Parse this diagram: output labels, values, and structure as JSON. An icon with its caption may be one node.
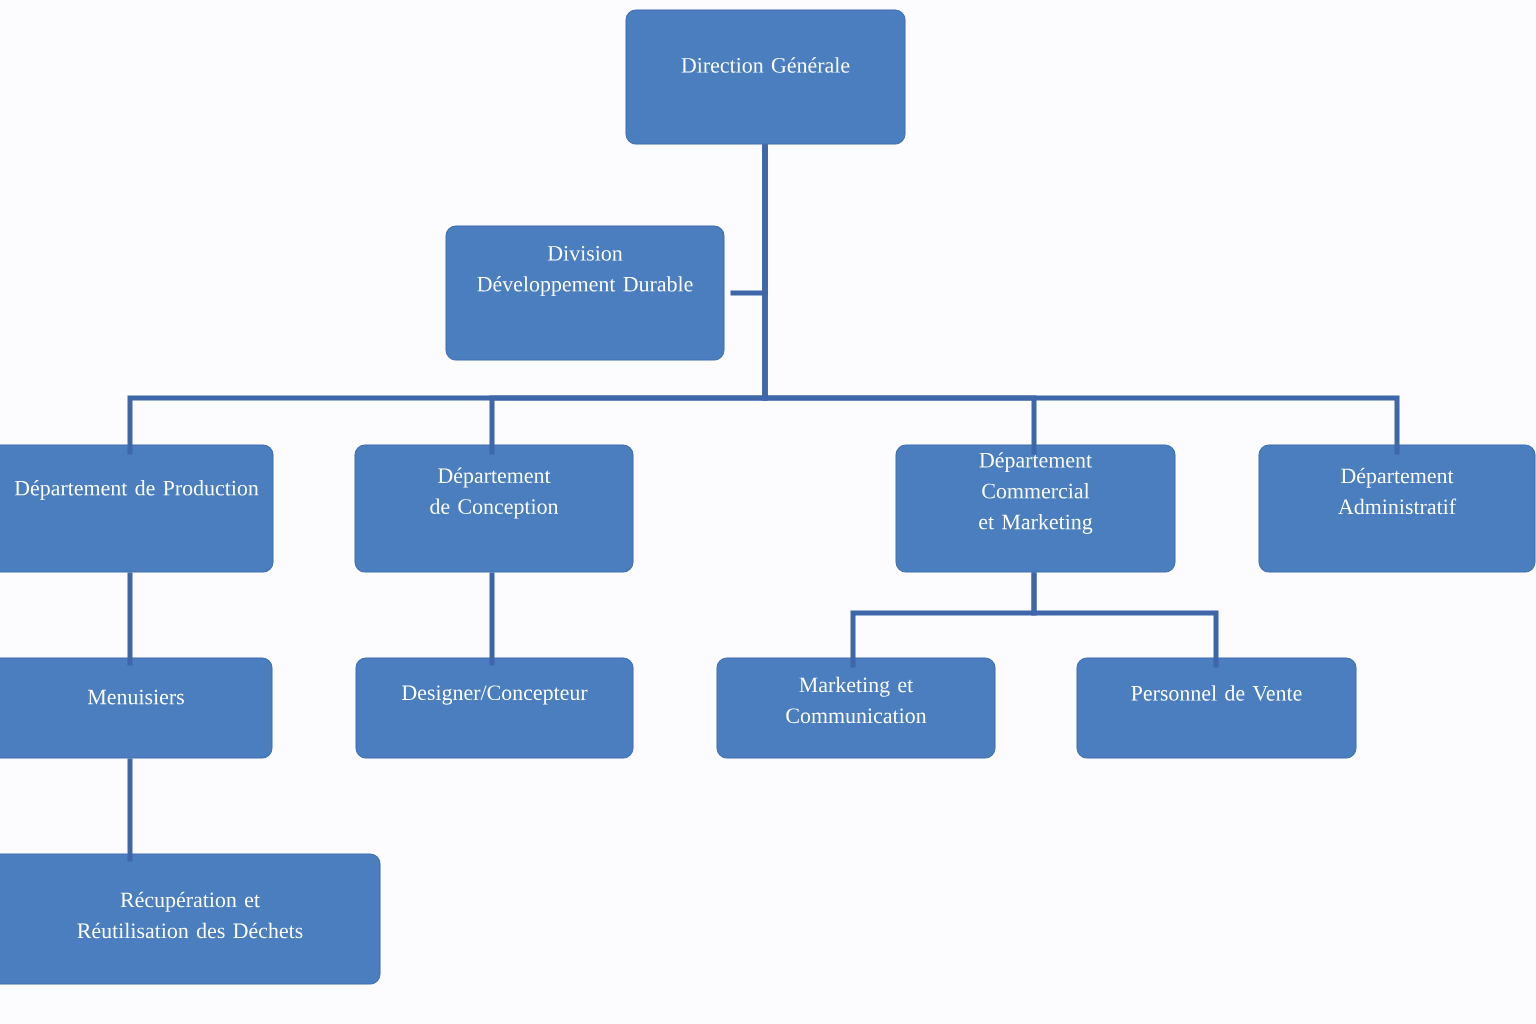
{
  "diagram": {
    "nodes": [
      {
        "text": [
          "Direction Générale"
        ]
      },
      {
        "text": [
          "Division Développement Durable"
        ]
      },
      {
        "text": [
          "Département de Production"
        ]
      },
      {
        "text": [
          "Département de Conception"
        ]
      },
      {
        "text": [
          "Département Commercial et Marketing"
        ]
      },
      {
        "text": [
          "Département Administratif"
        ]
      },
      {
        "text": [
          "Menuisiers"
        ]
      },
      {
        "text": [
          "Designer/Concepteur"
        ]
      },
      {
        "text": [
          "Marketing et Communication"
        ]
      },
      {
        "text": [
          "Personnel de Vente"
        ]
      },
      {
        "text": [
          "Récupération et Réutilisation des Déchets"
        ]
      }
    ],
    "edges": [
      {
        "from": 0,
        "to": 1,
        "arrow": "none"
      },
      {
        "from": 0,
        "to": 2,
        "arrow": "none"
      },
      {
        "from": 0,
        "to": 3,
        "arrow": "none"
      },
      {
        "from": 0,
        "to": 4,
        "arrow": "none"
      },
      {
        "from": 0,
        "to": 5,
        "arrow": "none"
      },
      {
        "from": 2,
        "to": 6,
        "arrow": "none"
      },
      {
        "from": 3,
        "to": 7,
        "arrow": "none"
      },
      {
        "from": 4,
        "to": 8,
        "arrow": "none"
      },
      {
        "from": 4,
        "to": 9,
        "arrow": "none"
      },
      {
        "from": 6,
        "to": 10,
        "arrow": "none"
      }
    ]
  }
}
